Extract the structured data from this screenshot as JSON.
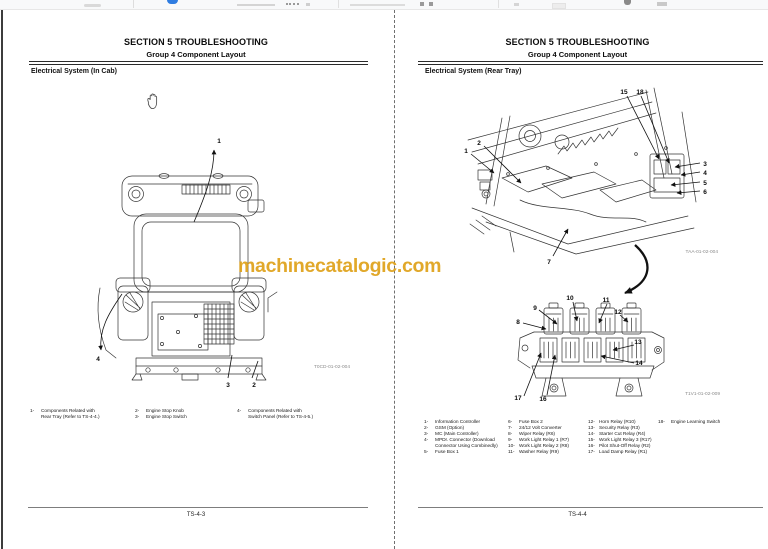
{
  "watermark": {
    "text": "machinecatalogic.com",
    "color": "#DFA21A"
  },
  "figure_codes": {
    "left": "T0CD-01-02-004",
    "right_upper": "TAA-01-02-004",
    "right_lower": "T1V1-01-02-009"
  },
  "callouts": {
    "left": [
      "1",
      "2",
      "3",
      "4"
    ],
    "right_upper": [
      "1",
      "2",
      "3",
      "4",
      "5",
      "6",
      "7",
      "15",
      "18"
    ],
    "right_lower": [
      "8",
      "9",
      "10",
      "11",
      "12",
      "13",
      "14",
      "16",
      "17"
    ]
  },
  "pages": {
    "left": {
      "section_title": "SECTION 5 TROUBLESHOOTING",
      "group_title": "Group 4 Component Layout",
      "heading": "Electrical System (In Cab)",
      "page_number": "TS-4-3",
      "legend_cols": [
        [
          {
            "num": "1-",
            "text": "Components Related with\nRear Tray (Refer to TS-4-4.)"
          }
        ],
        [
          {
            "num": "2-",
            "text": "Engine Stop Knob"
          },
          {
            "num": "3-",
            "text": "Engine Stop Switch"
          }
        ],
        [
          {
            "num": "4-",
            "text": "Components Related with\nSwitch Panel (Refer to TS-4-5.)"
          }
        ]
      ]
    },
    "right": {
      "section_title": "SECTION 5 TROUBLESHOOTING",
      "group_title": "Group 4 Component Layout",
      "heading": "Electrical System (Rear Tray)",
      "page_number": "TS-4-4",
      "legend_cols": [
        [
          {
            "num": "1-",
            "text": "Information Controller"
          },
          {
            "num": "2-",
            "text": "GSM (Option)"
          },
          {
            "num": "3-",
            "text": "MC (Main Controller)"
          },
          {
            "num": "4-",
            "text": "MPDr. Connector (Download\nConnector Using Combinedly)"
          },
          {
            "num": "5-",
            "text": "Fuse Box 1"
          }
        ],
        [
          {
            "num": "6-",
            "text": "Fuse Box 2"
          },
          {
            "num": "7-",
            "text": "24/12 Volt Converter"
          },
          {
            "num": "8-",
            "text": "Wiper Relay (R6)"
          },
          {
            "num": "9-",
            "text": "Work Light Relay 1 (R7)"
          },
          {
            "num": "10-",
            "text": "Work Light Relay 2 (R8)"
          },
          {
            "num": "11-",
            "text": "Washer Relay (R9)"
          }
        ],
        [
          {
            "num": "12-",
            "text": "Horn Relay (R10)"
          },
          {
            "num": "13-",
            "text": "Security Relay (R3)"
          },
          {
            "num": "14-",
            "text": "Starter Cut Relay (R4)"
          },
          {
            "num": "15-",
            "text": "Work Light Relay 3 (R17)"
          },
          {
            "num": "16-",
            "text": "Pilot Shut-Off Relay (R2)"
          },
          {
            "num": "17-",
            "text": "Load Damp Relay (R1)"
          }
        ],
        [
          {
            "num": "18-",
            "text": "Engine Learning Switch"
          }
        ]
      ]
    }
  }
}
